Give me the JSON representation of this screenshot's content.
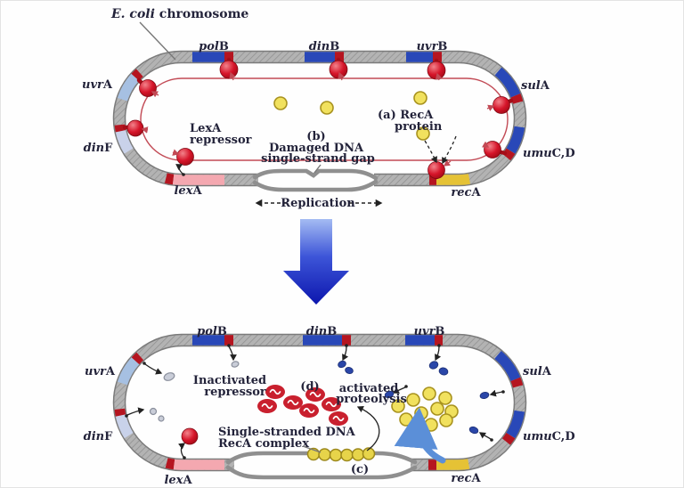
{
  "figure_title": {
    "em": "E. coli",
    "rest": " chromosome"
  },
  "genes": {
    "uvrA": {
      "em": "uvr",
      "suffix": "A"
    },
    "polB": {
      "em": "pol",
      "suffix": "B"
    },
    "dinB": {
      "em": "din",
      "suffix": "B"
    },
    "uvrB": {
      "em": "uvr",
      "suffix": "B"
    },
    "sulA": {
      "em": "sul",
      "suffix": "A"
    },
    "umuCD": {
      "em": "umu",
      "suffix": "C,D"
    },
    "dinF": {
      "em": "din",
      "suffix": "F"
    },
    "lexA": {
      "em": "lex",
      "suffix": "A"
    },
    "recA": {
      "em": "rec",
      "suffix": "A"
    }
  },
  "top": {
    "lexa_repressor_1": "LexA",
    "lexa_repressor_2": "repressor",
    "marker_b": "(b)",
    "damaged_1": "Damaged DNA",
    "damaged_2": "single-strand gap",
    "reca_protein_1": "(a) RecA",
    "reca_protein_2": "protein",
    "replication": "Replication"
  },
  "bottom": {
    "inactivated_1": "Inactivated",
    "inactivated_2": "repressor",
    "marker_d": "(d)",
    "proteolysis_1": "activated",
    "proteolysis_2": "proteolysis",
    "ssdna_1": "Single-stranded DNA",
    "ssdna_2": "RecA complex",
    "marker_c": "(c)"
  },
  "colors": {
    "blue": "#2948b8",
    "lightblue": "#a6c0e2",
    "lavender": "#c9d2ea",
    "pink": "#f4a8b0",
    "recayellow": "#e5c235",
    "opred": "#b51520",
    "loopred": "#c24a55",
    "spherered": "#d6152a",
    "protyellow": "#f1e15e",
    "blobred": "#c9202e",
    "blobblue": "#2a46a8",
    "swoosh": "#5b8fd8",
    "bigarrow_light": "#a9c0f4",
    "bigarrow_dark": "#0c16ae",
    "ring_gray": "#b3b3b3"
  }
}
